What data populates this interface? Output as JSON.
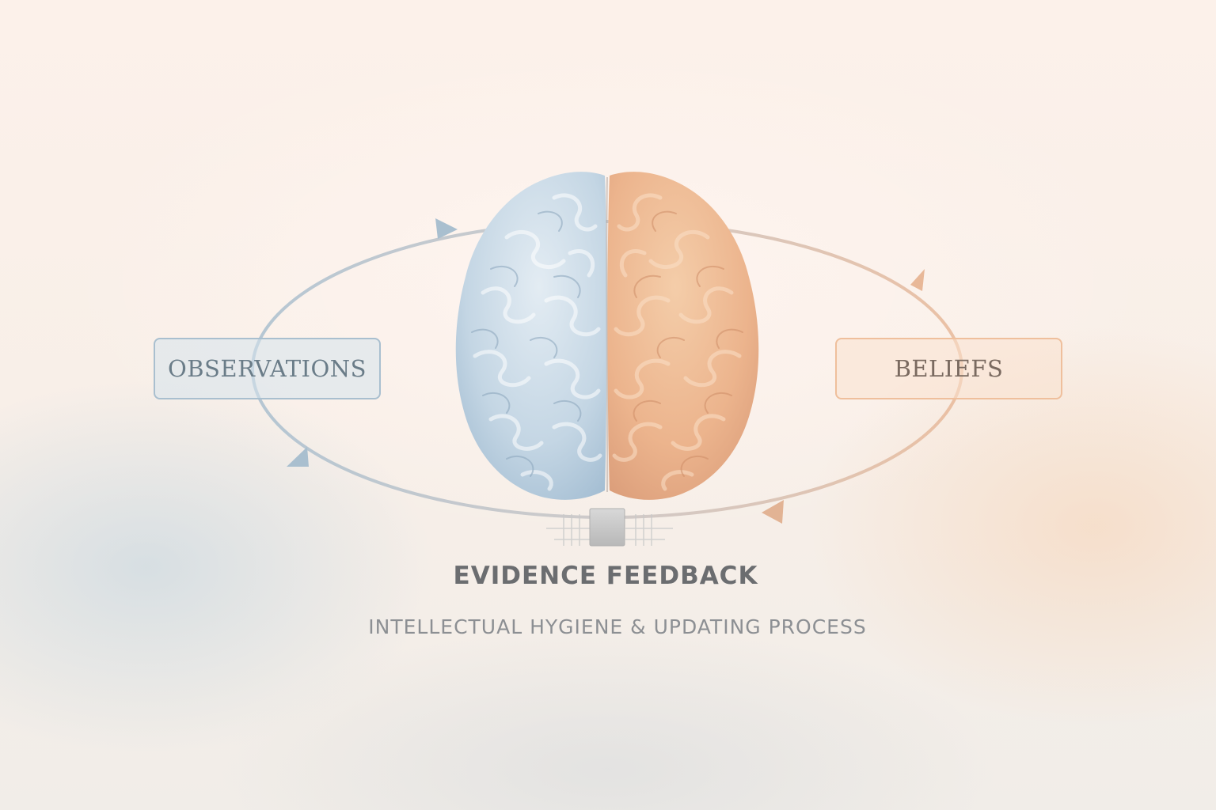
{
  "diagram": {
    "nodes": {
      "observations": "OBSERVATIONS",
      "beliefs": "BELIEFS"
    },
    "title": "EVIDENCE FEEDBACK",
    "subtitle": "INTELLECTUAL HYGIENE & UPDATING PROCESS"
  },
  "colors": {
    "cool_accent": "#a9bfcf",
    "warm_accent": "#efbf9c",
    "brain_left": "#b9cfe0",
    "brain_right": "#f0b88f",
    "text_dark": "#6b6d70"
  },
  "icons": {
    "center": "brain-icon",
    "connector": "square-node-icon"
  }
}
